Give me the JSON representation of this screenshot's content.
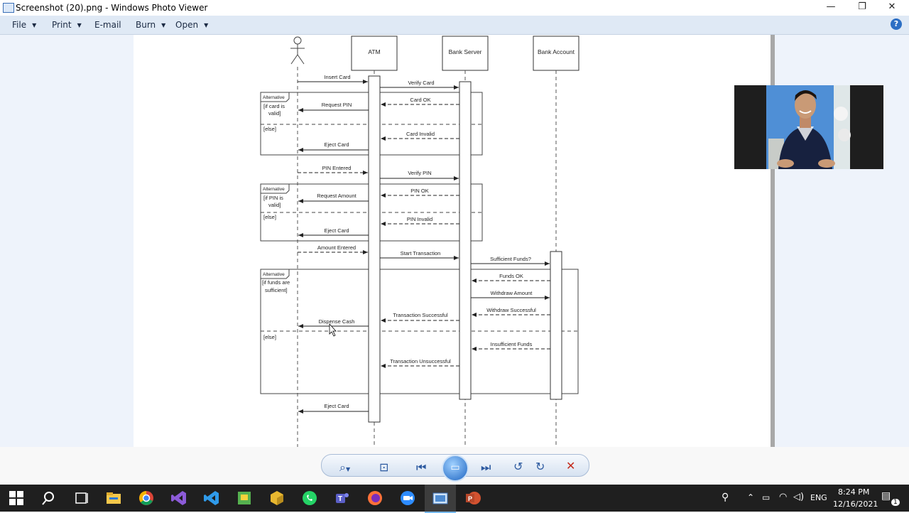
{
  "window": {
    "title": "Screenshot (20).png - Windows Photo Viewer",
    "minimize": "—",
    "restore": "❐",
    "close": "✕"
  },
  "menubar": {
    "items": [
      "File",
      "Print",
      "E-mail",
      "Burn",
      "Open"
    ],
    "help": "?"
  },
  "diagram": {
    "lifelines": [
      "ATM",
      "Bank Server",
      "Bank Account"
    ],
    "messages": {
      "insert_card": "Insert Card",
      "verify_card": "Verify Card",
      "card_ok": "Card OK",
      "request_pin": "Request PIN",
      "card_invalid": "Card Invalid",
      "eject_card_1": "Eject Card",
      "pin_entered": "PIN Entered",
      "verify_pin": "Verify PIN",
      "pin_ok": "PIN OK",
      "request_amount": "Request Amount",
      "pin_invalid": "PIN Invalid",
      "eject_card_2": "Eject Card",
      "amount_entered": "Amount Entered",
      "start_transaction": "Start Transaction",
      "sufficient_funds": "Sufficient Funds?",
      "funds_ok": "Funds OK",
      "withdraw_amount": "Withdraw Amount",
      "withdraw_successful": "Withdraw Successful",
      "transaction_successful": "Transaction Successful",
      "dispense_cash": "Dispense Cash",
      "insufficient_funds": "Insufficient Funds",
      "transaction_unsuccessful": "Transaction Unsuccessful",
      "eject_card_3": "Eject Card"
    },
    "fragments": {
      "label": "Alternative",
      "guard1_line1": "[if card is",
      "guard1_line2": "valid]",
      "guard2_line1": "[if PIN is",
      "guard2_line2": "valid]",
      "guard3_line1": "[if funds are",
      "guard3_line2": "sufficient]",
      "else": "[else]"
    }
  },
  "taskbar": {
    "language": "ENG",
    "time": "8:24 PM",
    "date": "12/16/2021",
    "notifications": "1"
  }
}
